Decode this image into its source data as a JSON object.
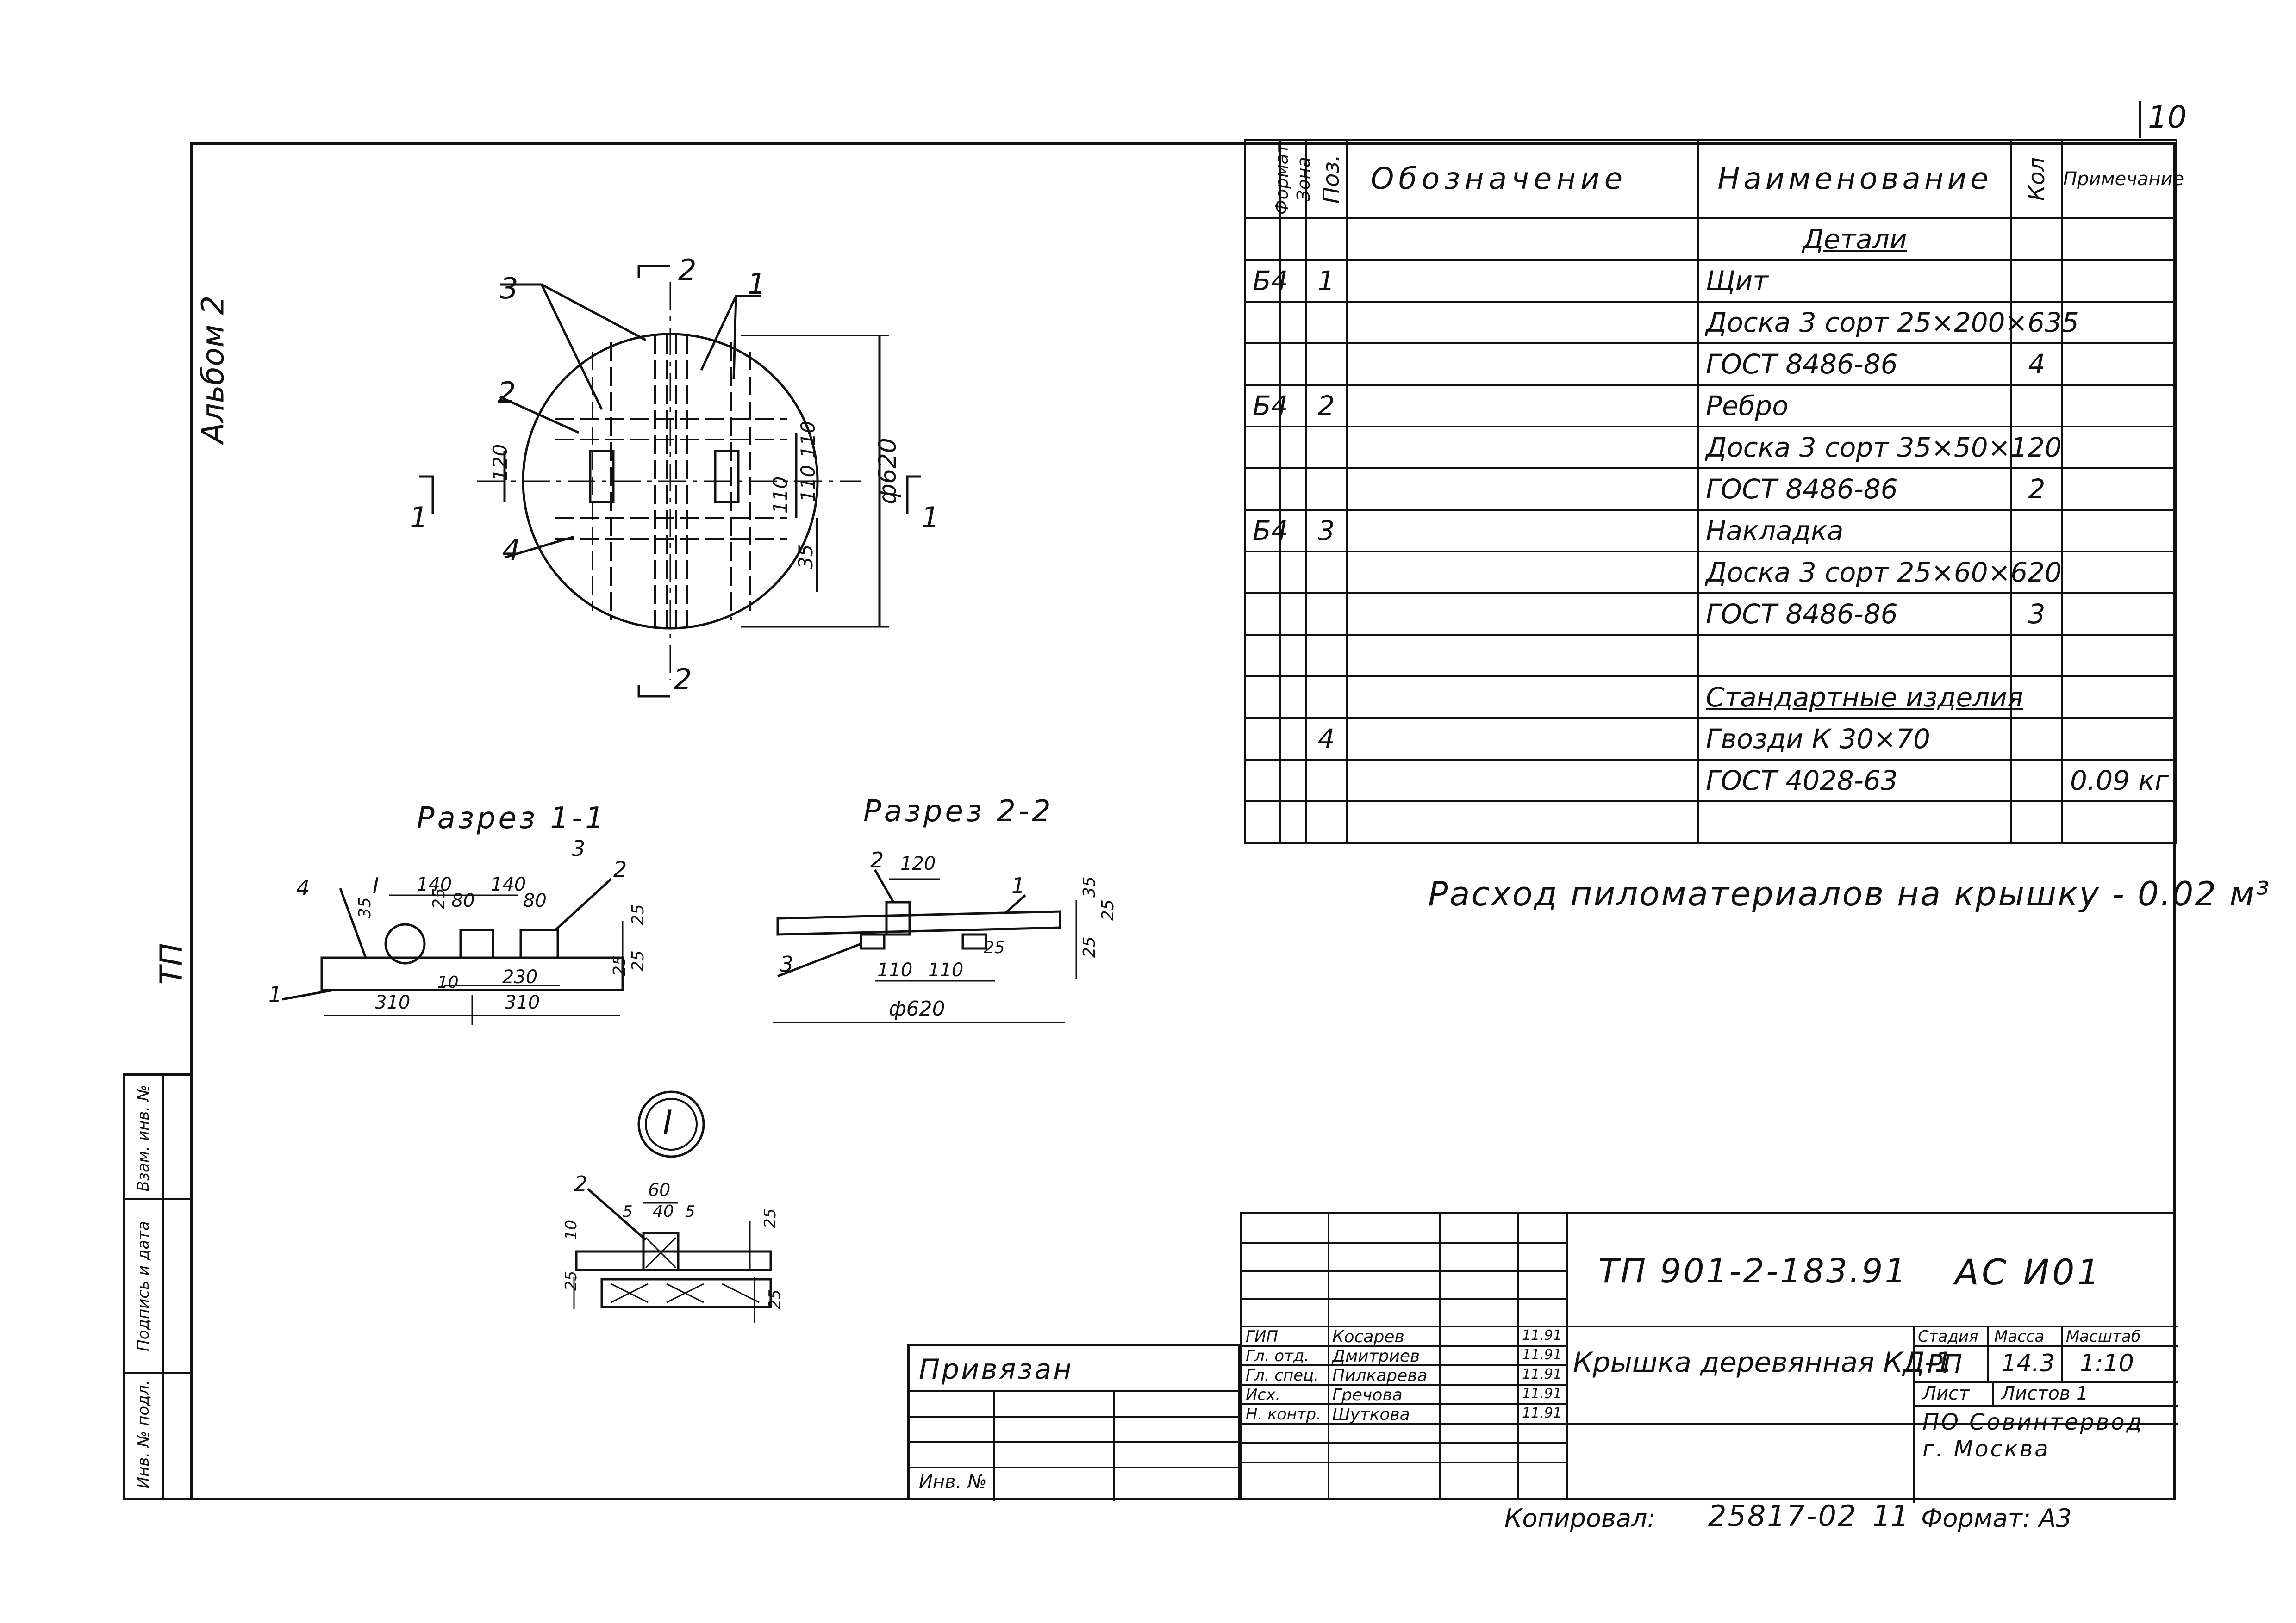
{
  "sheet_number": "10",
  "side": {
    "album": "Альбом 2",
    "tp": "ТП",
    "stamp_cells": [
      "Инв. № подл.",
      "Подпись и дата",
      "Взам. инв. №"
    ]
  },
  "spec": {
    "headers": {
      "format": "Формат",
      "zone": "Зона",
      "pos": "Поз.",
      "designation": "Обозначение",
      "name": "Наименование",
      "qty": "Кол",
      "note": "Примечание"
    },
    "rows": [
      {
        "fmt": "",
        "pos": "",
        "name": "Детали",
        "qty": "",
        "note": "",
        "underline": true
      },
      {
        "fmt": "Б4",
        "pos": "1",
        "name": "Щит",
        "qty": "",
        "note": ""
      },
      {
        "fmt": "",
        "pos": "",
        "name": "Доска 3 сорт 25×200×635",
        "qty": "",
        "note": ""
      },
      {
        "fmt": "",
        "pos": "",
        "name": "ГОСТ 8486-86",
        "qty": "4",
        "note": ""
      },
      {
        "fmt": "Б4",
        "pos": "2",
        "name": "Ребро",
        "qty": "",
        "note": ""
      },
      {
        "fmt": "",
        "pos": "",
        "name": "Доска 3 сорт 35×50×120",
        "qty": "",
        "note": ""
      },
      {
        "fmt": "",
        "pos": "",
        "name": "ГОСТ 8486-86",
        "qty": "2",
        "note": ""
      },
      {
        "fmt": "Б4",
        "pos": "3",
        "name": "Накладка",
        "qty": "",
        "note": ""
      },
      {
        "fmt": "",
        "pos": "",
        "name": "Доска 3 сорт 25×60×620",
        "qty": "",
        "note": ""
      },
      {
        "fmt": "",
        "pos": "",
        "name": "ГОСТ 8486-86",
        "qty": "3",
        "note": ""
      },
      {
        "fmt": "",
        "pos": "",
        "name": "",
        "qty": "",
        "note": ""
      },
      {
        "fmt": "",
        "pos": "",
        "name": "Стандартные изделия",
        "qty": "",
        "note": "",
        "underline": true
      },
      {
        "fmt": "",
        "pos": "4",
        "name": "Гвозди К 30×70",
        "qty": "",
        "note": ""
      },
      {
        "fmt": "",
        "pos": "",
        "name": "ГОСТ 4028-63",
        "qty": "",
        "note": "0.09 кг"
      },
      {
        "fmt": "",
        "pos": "",
        "name": "",
        "qty": "",
        "note": ""
      }
    ]
  },
  "consumption_note": "Расход пиломатериалов на крышку - 0.02 м³",
  "drawing": {
    "plan": {
      "leaders": [
        "3",
        "1",
        "2",
        "4"
      ],
      "section_marks": [
        "1",
        "1",
        "2",
        "2"
      ],
      "dims": [
        "120",
        "110",
        "110",
        "110",
        "35",
        "ф620"
      ]
    },
    "section11": {
      "title": "Разрез 1-1",
      "callout": "I",
      "labels": [
        "4",
        "3",
        "2",
        "1"
      ],
      "dims": [
        "35",
        "140",
        "140",
        "25",
        "80",
        "80",
        "25",
        "10",
        "230",
        "25",
        "310",
        "310",
        "25"
      ]
    },
    "section22": {
      "title": "Разрез 2-2",
      "labels": [
        "2",
        "1",
        "3"
      ],
      "dims": [
        "120",
        "35",
        "25",
        "25",
        "25",
        "110",
        "110",
        "ф620"
      ]
    },
    "detail": {
      "mark": "I",
      "labels": [
        "2"
      ],
      "dims": [
        "60",
        "5",
        "40",
        "5",
        "25",
        "10",
        "25",
        "25"
      ]
    }
  },
  "title_block": {
    "doc_code": "ТП 901-2-183.91",
    "sheet_code": "АС И01",
    "title": "Крышка деревянная КД-1",
    "privyazan": "Привязан",
    "inv_label": "Инв. №",
    "stage_header": "Стадия",
    "stage": "РП",
    "sheet_header": "Масса",
    "mass": "14.3",
    "scale_header": "Масштаб",
    "scale": "1:10",
    "list_label": "Лист",
    "lists_label": "Листов 1",
    "org": "ПО Совинтервод г. Москва",
    "staff": [
      {
        "role": "ГИП",
        "name": "Косарев",
        "date": "11.91"
      },
      {
        "role": "Гл. отд.",
        "name": "Дмитриев",
        "date": "11.91"
      },
      {
        "role": "Гл. спец.",
        "name": "Пилкарева",
        "date": "11.91"
      },
      {
        "role": "Исх.",
        "name": "Гречова",
        "date": "11.91"
      },
      {
        "role": "Н. контр.",
        "name": "Шуткова",
        "date": "11.91"
      }
    ]
  },
  "footer": {
    "copied": "Копировал:",
    "number": "25817-02",
    "sheet": "11",
    "format": "Формат: А3"
  }
}
